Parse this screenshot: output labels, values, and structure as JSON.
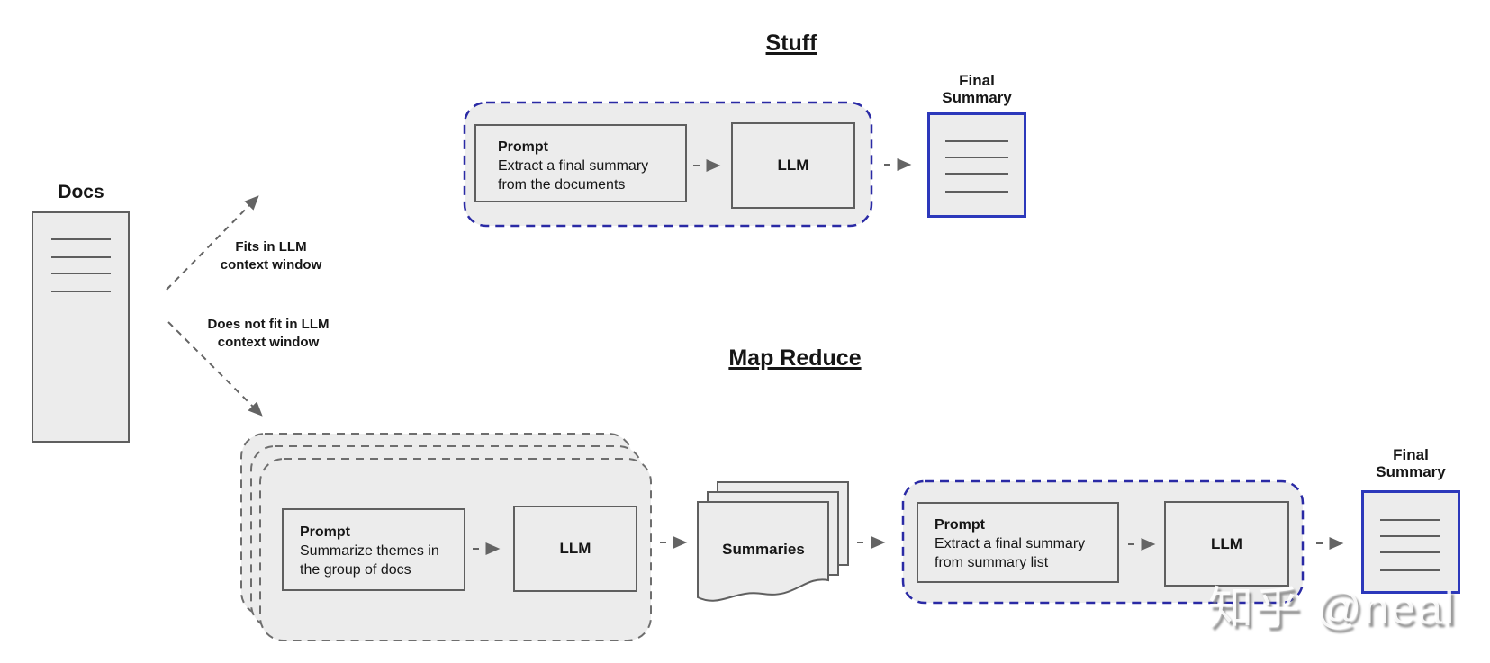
{
  "diagram": {
    "docs_label": "Docs",
    "branch_fits": {
      "line1": "Fits in LLM",
      "line2": "context window"
    },
    "branch_not_fit": {
      "line1": "Does not fit in LLM",
      "line2": "context window"
    },
    "stuff": {
      "title": "Stuff",
      "prompt_box": {
        "heading": "Prompt",
        "line1": "Extract a final summary",
        "line2": "from the documents"
      },
      "llm_label": "LLM",
      "final_label": {
        "line1": "Final",
        "line2": "Summary"
      }
    },
    "map_reduce": {
      "title": "Map Reduce",
      "map_prompt_box": {
        "heading": "Prompt",
        "line1": "Summarize themes in",
        "line2": "the group of docs"
      },
      "map_llm_label": "LLM",
      "summaries_label": "Summaries",
      "reduce_prompt_box": {
        "heading": "Prompt",
        "line1": "Extract a final summary",
        "line2": "from summary list"
      },
      "reduce_llm_label": "LLM",
      "final_label": {
        "line1": "Final",
        "line2": "Summary"
      }
    },
    "watermark": "知乎 @neal",
    "colors": {
      "box_fill": "#ececec",
      "box_border_gray": "#5f5f5f",
      "stack_dash_gray": "#6e6e6e",
      "container_dash_blue": "#2a2aa5",
      "solid_blue": "#2c38bb",
      "arrow_gray": "#646464",
      "text": "#161616",
      "watermark_gray": "#7a7a7a"
    }
  }
}
